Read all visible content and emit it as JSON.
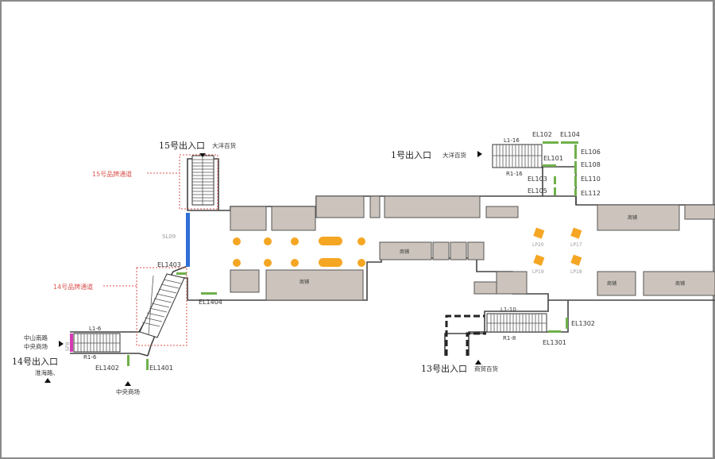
{
  "exits": {
    "exit15": {
      "name": "15号出入口",
      "dest": "大洋百货"
    },
    "exit1": {
      "name": "1号出入口",
      "dest": "大洋百货"
    },
    "exit14": {
      "name": "14号出入口",
      "dest_line1": "中山南路",
      "dest_line2": "中央商场",
      "dest_line3": "淮海路、"
    },
    "exit13": {
      "name": "13号出入口",
      "dest": "商贸百货"
    },
    "central": {
      "dest": "中央商场"
    }
  },
  "brand_passages": {
    "p15": "15号品牌通道",
    "p14": "14号品牌通道"
  },
  "stairs": {
    "s_l116": "L1-16",
    "s_r116": "R1-16",
    "s_l16": "L1-6",
    "s_r16": "R1-6",
    "s_l110": "L1-10",
    "s_r18": "R1-8"
  },
  "elevators": {
    "el102": "EL102",
    "el104": "EL104",
    "el101": "EL101",
    "el103": "EL103",
    "el105": "EL105",
    "el106": "EL106",
    "el108": "EL108",
    "el110": "EL110",
    "el112": "EL112",
    "el1403": "EL1403",
    "el1404": "EL1404",
    "el1402": "EL1402",
    "el1401": "EL1401",
    "el1302": "EL1302",
    "el1301": "EL1301"
  },
  "lightboxes": {
    "lp20": "LP20",
    "lp17": "LP17",
    "lp19": "LP19",
    "lp18": "LP18"
  },
  "slots": {
    "sl09": "SL09",
    "spb": "SPB"
  },
  "shops": {
    "shop_a": "商铺",
    "shop_b": "商铺",
    "shop_c": "商铺",
    "shop_d": "商铺",
    "shop_e": "商铺"
  },
  "colors": {
    "orange": "#f5a623",
    "green": "#6fb04a",
    "blue": "#2f6fd6",
    "magenta": "#d63ab4",
    "shop": "#ccc4bc",
    "red": "#d9534f"
  }
}
